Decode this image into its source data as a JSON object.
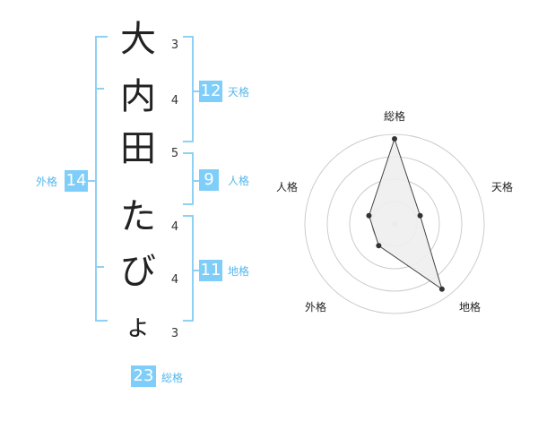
{
  "name": {
    "characters": [
      {
        "char": "大",
        "strokes": "3"
      },
      {
        "char": "内",
        "strokes": "4"
      },
      {
        "char": "田",
        "strokes": "5"
      },
      {
        "char": "た",
        "strokes": "4"
      },
      {
        "char": "び",
        "strokes": "4"
      },
      {
        "char": "ょ",
        "strokes": "3"
      }
    ]
  },
  "fortune": {
    "tenkaku": {
      "value": "12",
      "label": "天格"
    },
    "jinkaku": {
      "value": "9",
      "label": "人格"
    },
    "chikaku": {
      "value": "11",
      "label": "地格"
    },
    "gaikaku": {
      "value": "14",
      "label": "外格"
    },
    "soukaku": {
      "value": "23",
      "label": "総格"
    }
  },
  "radar": {
    "axes": [
      "総格",
      "天格",
      "地格",
      "外格",
      "人格"
    ],
    "values": [
      0.95,
      0.3,
      0.9,
      0.3,
      0.3
    ],
    "levels": 4,
    "colors": {
      "grid": "#cccccc",
      "fill": "#eeeeee",
      "stroke": "#444444",
      "point": "#333333",
      "center": "#cccccc"
    }
  }
}
